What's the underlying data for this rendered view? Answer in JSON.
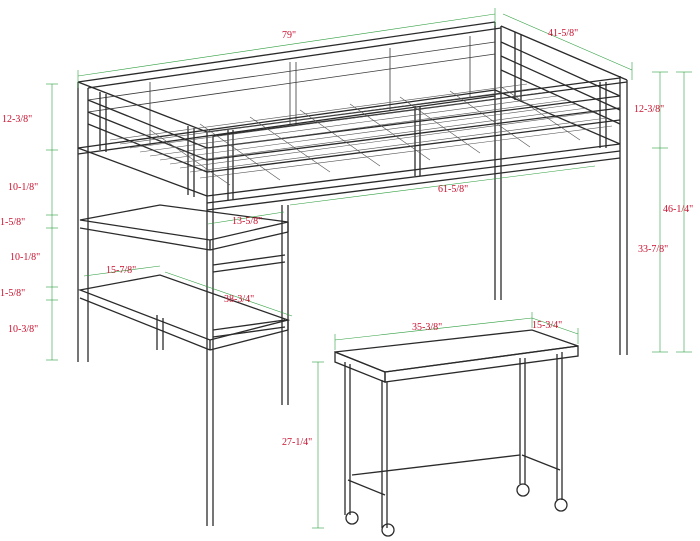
{
  "colors": {
    "dimension_text": "#c8102e",
    "dimension_line": "#2e9e3e",
    "frame": "#2b2b2b",
    "background": "#ffffff"
  },
  "dimensions": {
    "bed_length": "79\"",
    "bed_width": "41-5/8\"",
    "guardrail_height_right": "12-3/8\"",
    "total_height": "46-1/4\"",
    "clearance_height": "33-7/8\"",
    "guardrail_height_left": "12-3/8\"",
    "upper_gap": "10-1/8\"",
    "shelf_thickness_upper": "1-5/8\"",
    "middle_gap": "10-1/8\"",
    "shelf_thickness_lower": "1-5/8\"",
    "lower_gap": "10-3/8\"",
    "inner_length": "61-5/8\"",
    "shelf_depth_upper": "13-5/8\"",
    "shelf_depth_lower": "15-7/8\"",
    "shelf_length": "38-3/4\"",
    "desk_length": "35-3/8\"",
    "desk_depth": "15-3/4\"",
    "desk_height": "27-1/4\""
  }
}
